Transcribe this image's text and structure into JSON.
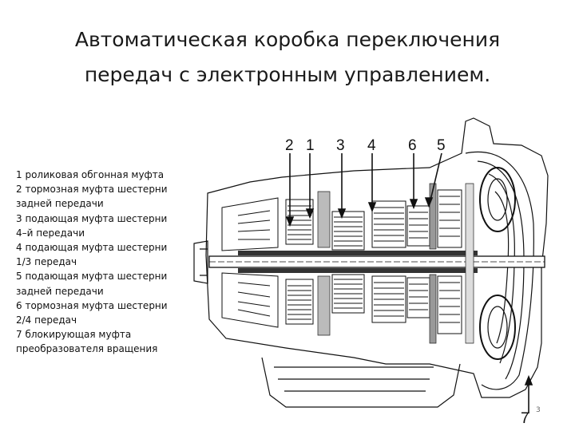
{
  "title": {
    "line1": "Автоматическая коробка переключения",
    "line2": "передач с электронным управлением."
  },
  "legend": [
    "1 роликовая обгонная муфта",
    "2 тормозная муфта шестерни",
    "задней передачи",
    "3 подающая муфта шестерни",
    "4–й передачи",
    "4 подающая муфта шестерни",
    "1/3 передач",
    "5 подающая муфта шестерни",
    "задней передачи",
    "6 тормозная муфта шестерни",
    "2/4 передач",
    "7 блокирующая муфта",
    "преобразователя вращения"
  ],
  "diagram": {
    "callouts": [
      "2",
      "1",
      "3",
      "4",
      "6",
      "5",
      "7"
    ]
  },
  "page_number": "3"
}
